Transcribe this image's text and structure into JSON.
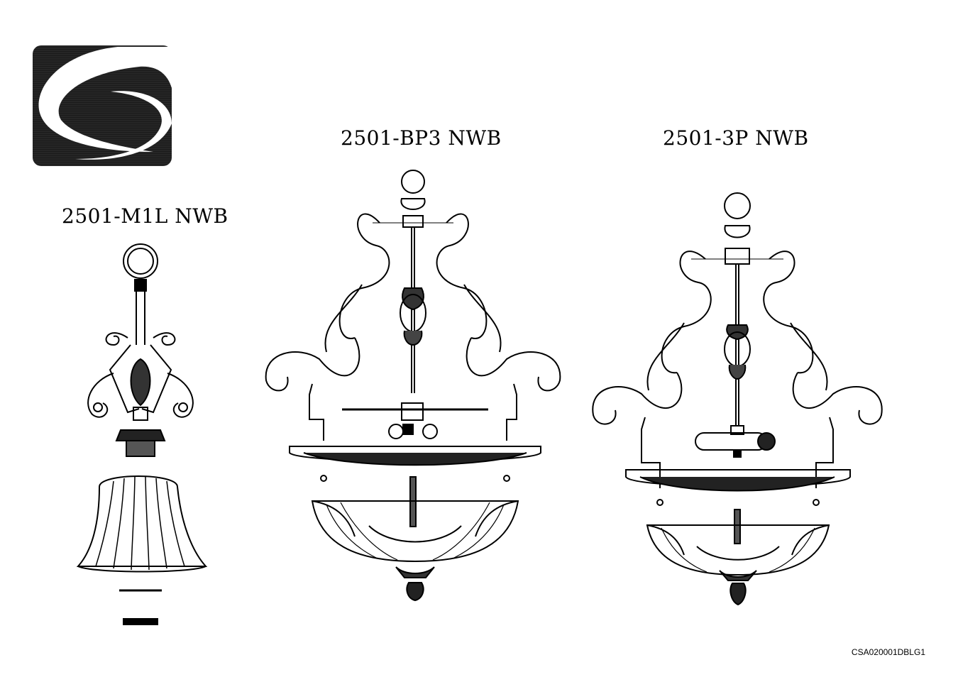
{
  "brand": {
    "logo_icon": "swirl-s-logo-icon",
    "logo_fill": "#1a1a1a"
  },
  "models": [
    {
      "id": "m1l",
      "label": "2501-M1L NWB"
    },
    {
      "id": "bp3",
      "label": "2501-BP3 NWB"
    },
    {
      "id": "3p",
      "label": "2501-3P NWB"
    }
  ],
  "document_code": "CSA020001DBLG1"
}
